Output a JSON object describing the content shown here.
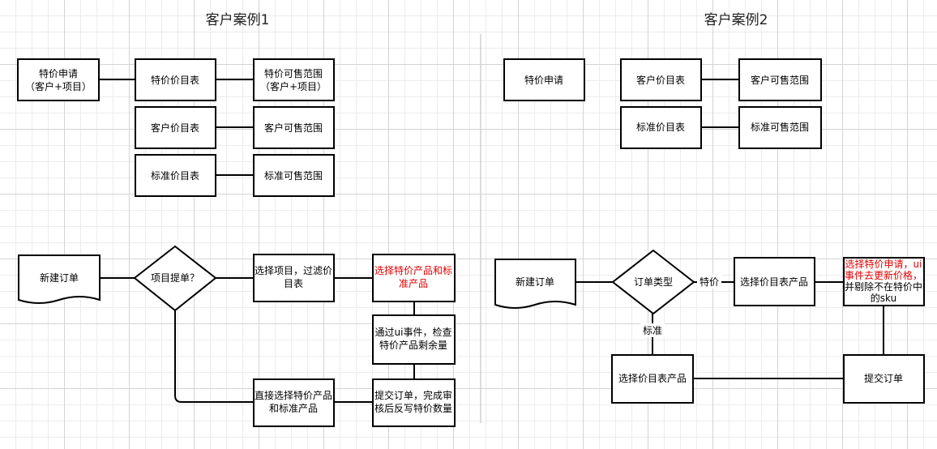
{
  "case1": {
    "title": "客户案例1",
    "top": {
      "special_request": [
        "特价申请",
        "（客户+项目）"
      ],
      "special_price_list": "特价价目表",
      "special_sale_range": [
        "特价可售范围",
        "（客户+项目）"
      ],
      "customer_price_list": "客户价目表",
      "customer_sale_range": "客户可售范围",
      "standard_price_list": "标准价目表",
      "standard_sale_range": "标准可售范围"
    },
    "flow": {
      "new_order": "新建订单",
      "project_order": "项目提单？",
      "select_project": [
        "选择项目，过滤价",
        "目表"
      ],
      "select_products": [
        "选择特价产品和标",
        "准产品"
      ],
      "ui_event": [
        "通过ui事件，检查",
        "特价产品剩余量"
      ],
      "submit_order": [
        "提交订单，完成审",
        "核后反写特价数量"
      ],
      "direct_select": [
        "直接选择特价产品",
        "和标准产品"
      ]
    }
  },
  "case2": {
    "title": "客户案例2",
    "top": {
      "special_request": "特价申请",
      "customer_price_list": "客户价目表",
      "customer_sale_range": "客户可售范围",
      "standard_price_list": "标准价目表",
      "standard_sale_range": "标准可售范围"
    },
    "flow": {
      "new_order": "新建订单",
      "order_type": "订单类型",
      "label_special": "特价",
      "label_standard": "标准",
      "select_list_products_top": "选择价目表产品",
      "select_request": [
        "选择特价申请，ui",
        "事件去更新价格，",
        "并剔除不在特价中",
        "的sku"
      ],
      "select_list_products_bottom": "选择价目表产品",
      "submit_order": "提交订单"
    }
  },
  "colors": {
    "highlight_text": "#e00000",
    "stroke": "#000000",
    "grid": "#d4d4d4"
  }
}
